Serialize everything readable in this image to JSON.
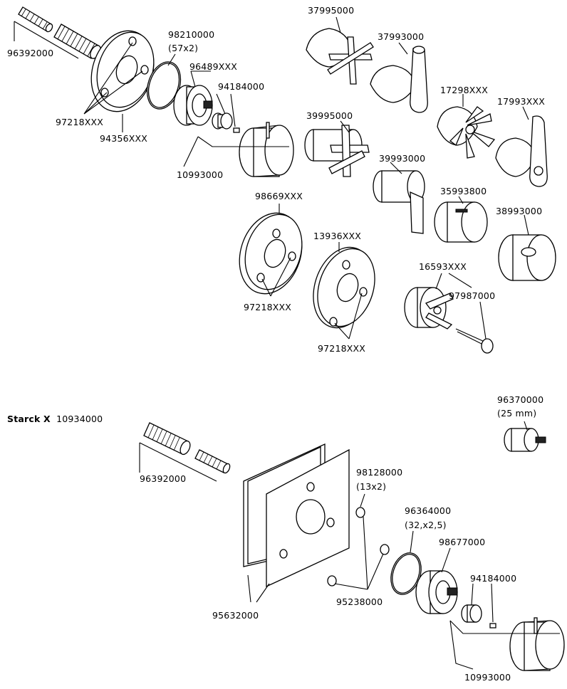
{
  "upper_assembly": {
    "labels": {
      "sleeve_96392000": "96392000",
      "oring_98210000": "98210000",
      "oring_size": "(57x2)",
      "cartridge_96489": "96489XXX",
      "screw_94184000": "94184000",
      "holes_97218_a": "97218XXX",
      "rosette_94356": "94356XXX",
      "knob_10993000": "10993000",
      "handle_37995000": "37995000",
      "handle_37993000": "37993000",
      "handle_17298": "17298XXX",
      "handle_17993": "17993XXX",
      "handle_39995000": "39995000",
      "handle_39993000": "39993000",
      "knob_35993800": "35993800",
      "knob_38993000": "38993000",
      "rosette_98669": "98669XXX",
      "rosette_13936": "13936XXX",
      "holes_97218_b": "97218XXX",
      "holes_97218_c": "97218XXX",
      "adapter_16593": "16593XXX",
      "screw_97987000": "97987000"
    }
  },
  "lower_assembly": {
    "title_bold": "Starck X",
    "title_number": "10934000",
    "labels": {
      "extension_96370000": "96370000",
      "extension_size": "(25 mm)",
      "sleeve_96392000": "96392000",
      "screw_98128000": "98128000",
      "screw_size": "(13x2)",
      "oring_96364000": "96364000",
      "oring_size": "(32,x2,5)",
      "cartridge_98677000": "98677000",
      "screw_94184000": "94184000",
      "plate_95632000": "95632000",
      "plugs_95238000": "95238000",
      "knob_10993000": "10993000"
    }
  }
}
